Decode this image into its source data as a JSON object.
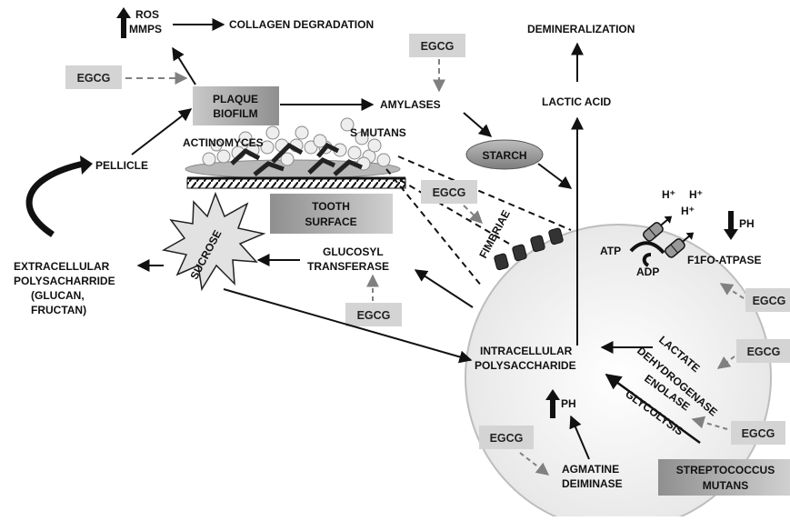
{
  "labels": {
    "ros": "ROS",
    "mmps": "MMPS",
    "collagen": "COLLAGEN DEGRADATION",
    "demineralization": "DEMINERALIZATION",
    "plaque_1": "PLAQUE",
    "plaque_2": "BIOFILM",
    "amylases": "AMYLASES",
    "lactic_acid": "LACTIC ACID",
    "actinomyces": "ACTINOMYCES",
    "s_mutans": "S MUTANS",
    "starch": "STARCH",
    "pellicle": "PELLICLE",
    "tooth_1": "TOOTH",
    "tooth_2": "SURFACE",
    "fimbriae": "FIMBRIAE",
    "sucrose": "SUCROSE",
    "glucosyl_1": "GLUCOSYL",
    "glucosyl_2": "TRANSFERASE",
    "eps_1": "EXTRACELLULAR",
    "eps_2": "POLYSACHARRIDE",
    "eps_3": "(GLUCAN,",
    "eps_4": "FRUCTAN)",
    "h1": "H⁺",
    "h2": "H⁺",
    "h3": "H⁺",
    "ph_right": "PH",
    "atp": "ATP",
    "adp": "ADP",
    "f1fo": "F1FO-ATPASE",
    "ips_1": "INTRACELLULAR",
    "ips_2": "POLYSACCHARIDE",
    "ldh_1": "LACTATE",
    "ldh_2": "DEHYDROGENASE",
    "enolase": "ENOLASE",
    "glycolysis": "GLYCOLYSIS",
    "ph_bottom": "PH",
    "agmatine_1": "AGMATINE",
    "agmatine_2": "DEIMINASE",
    "strep_1": "STREPTOCOCCUS",
    "strep_2": "MUTANS"
  },
  "egcg": {
    "label": "EGCG"
  },
  "colors": {
    "box_gray": "#d4d4d4",
    "box_dark": "#9a9a9a",
    "arrow": "#111111",
    "inhibit_arrow": "#808080",
    "cell_fill": "#f3f3f3"
  }
}
